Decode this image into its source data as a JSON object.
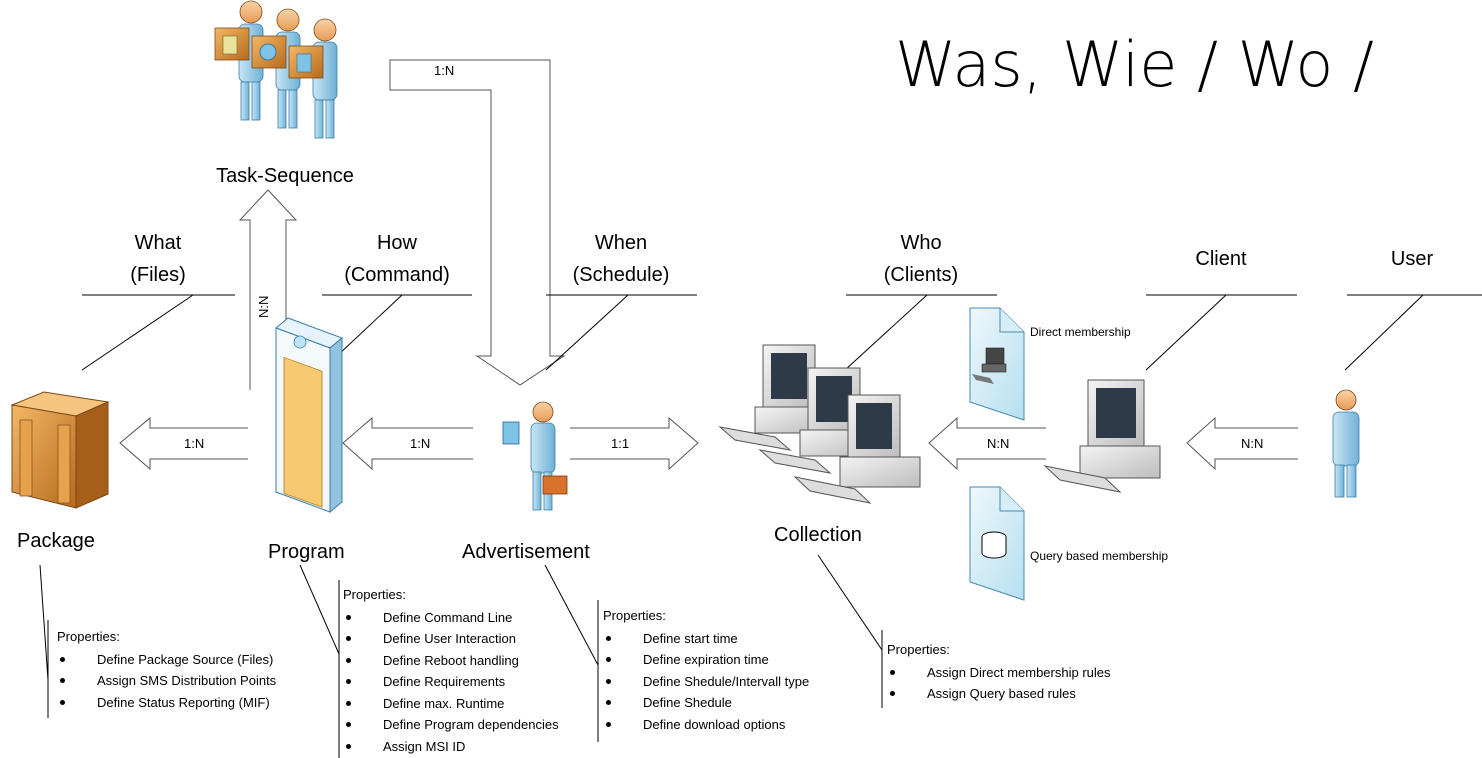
{
  "title": "Was, Wie / Wo /",
  "nodes": {
    "task_sequence": "Task-Sequence",
    "package": "Package",
    "program": "Program",
    "advertisement": "Advertisement",
    "collection": "Collection"
  },
  "callouts": {
    "what": [
      "What",
      "(Files)"
    ],
    "how": [
      "How",
      "(Command)"
    ],
    "when": [
      "When",
      "(Schedule)"
    ],
    "who": [
      "Who",
      "(Clients)"
    ],
    "client": "Client",
    "user": "User"
  },
  "arrows": {
    "ts_to_adv": "1:N",
    "program_to_ts": "N:N",
    "program_to_package": "1:N",
    "adv_to_program": "1:N",
    "adv_to_collection": "1:1",
    "client_to_collection": "N:N",
    "user_to_client": "N:N"
  },
  "membership": {
    "direct": "Direct membership",
    "query": "Query based membership"
  },
  "properties": {
    "package": {
      "heading": "Properties:",
      "items": [
        "Define Package Source (Files)",
        "Assign SMS Distribution Points",
        "Define Status Reporting (MIF)"
      ]
    },
    "program": {
      "heading": "Properties:",
      "items": [
        "Define Command Line",
        "Define User Interaction",
        "Define Reboot handling",
        "Define Requirements",
        "Define max. Runtime",
        "Define Program dependencies",
        "Assign MSI ID"
      ]
    },
    "advertisement": {
      "heading": "Properties:",
      "items": [
        "Define start time",
        "Define expiration time",
        "Define Shedule/Intervall type",
        "Define Shedule",
        "Define download options"
      ]
    },
    "collection": {
      "heading": "Properties:",
      "items": [
        "Assign Direct membership rules",
        "Assign Query based rules"
      ]
    }
  }
}
